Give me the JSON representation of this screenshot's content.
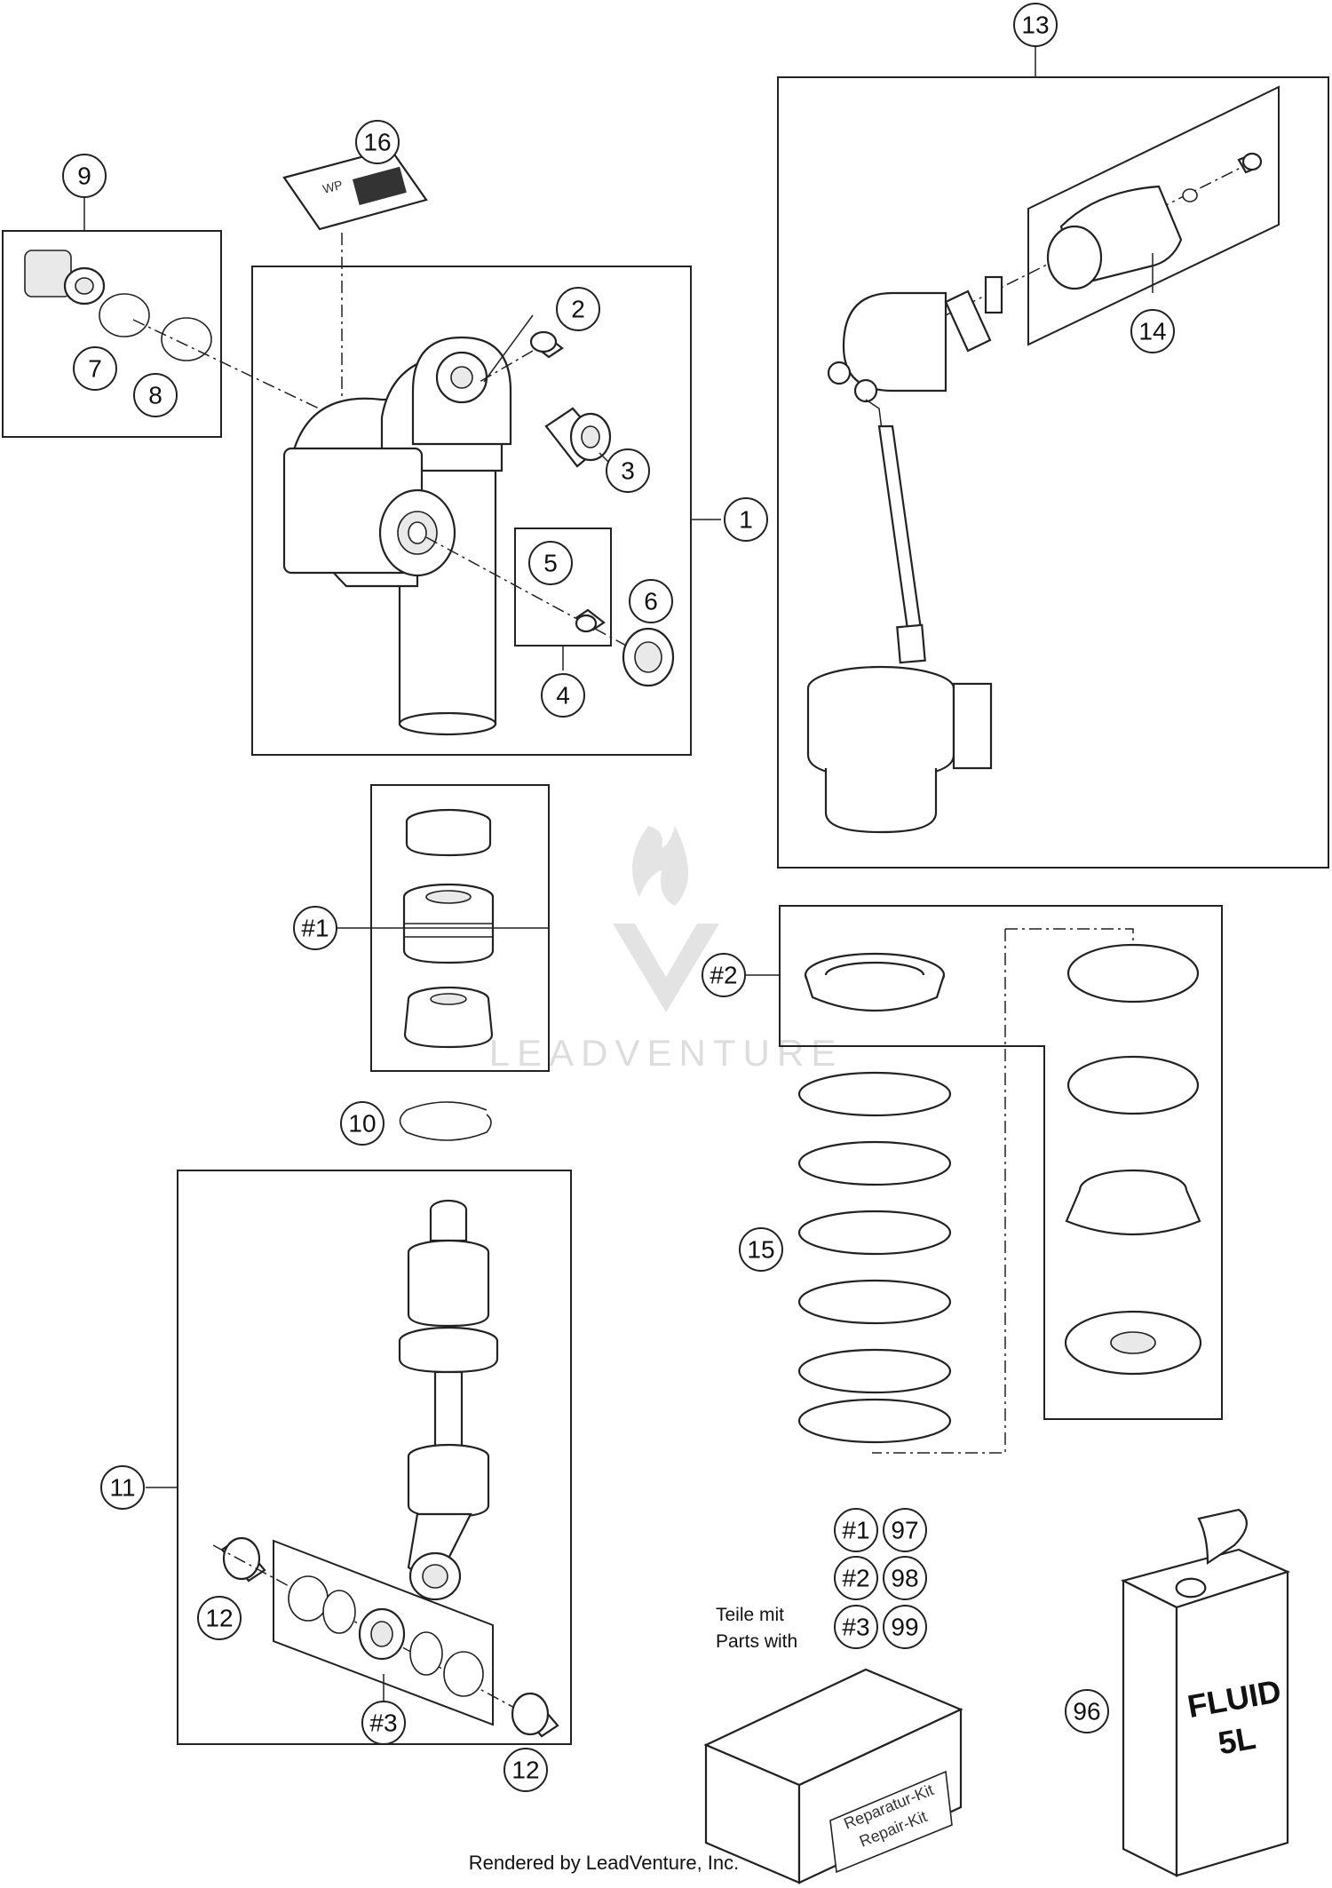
{
  "callouts": {
    "c1": "1",
    "c2": "2",
    "c3": "3",
    "c4": "4",
    "c5": "5",
    "c6": "6",
    "c7": "7",
    "c8": "8",
    "c9": "9",
    "c10": "10",
    "c11": "11",
    "c12a": "12",
    "c12b": "12",
    "c13": "13",
    "c14": "14",
    "c15": "15",
    "c16": "16",
    "k1": "#1",
    "k2": "#2",
    "k3": "#3",
    "kit1": "#1",
    "kit2": "#2",
    "kit3": "#3",
    "n97": "97",
    "n98": "98",
    "n99": "99",
    "n96": "96"
  },
  "legend": {
    "line1": "Teile mit",
    "line2": "Parts with"
  },
  "repair_kit": {
    "line1": "Reparatur-Kit",
    "line2": "Repair-Kit"
  },
  "fluid_can": {
    "line1": "FLUID",
    "line2": "5L"
  },
  "watermark": "LEADVENTURE",
  "footer": "Rendered by LeadVenture, Inc."
}
